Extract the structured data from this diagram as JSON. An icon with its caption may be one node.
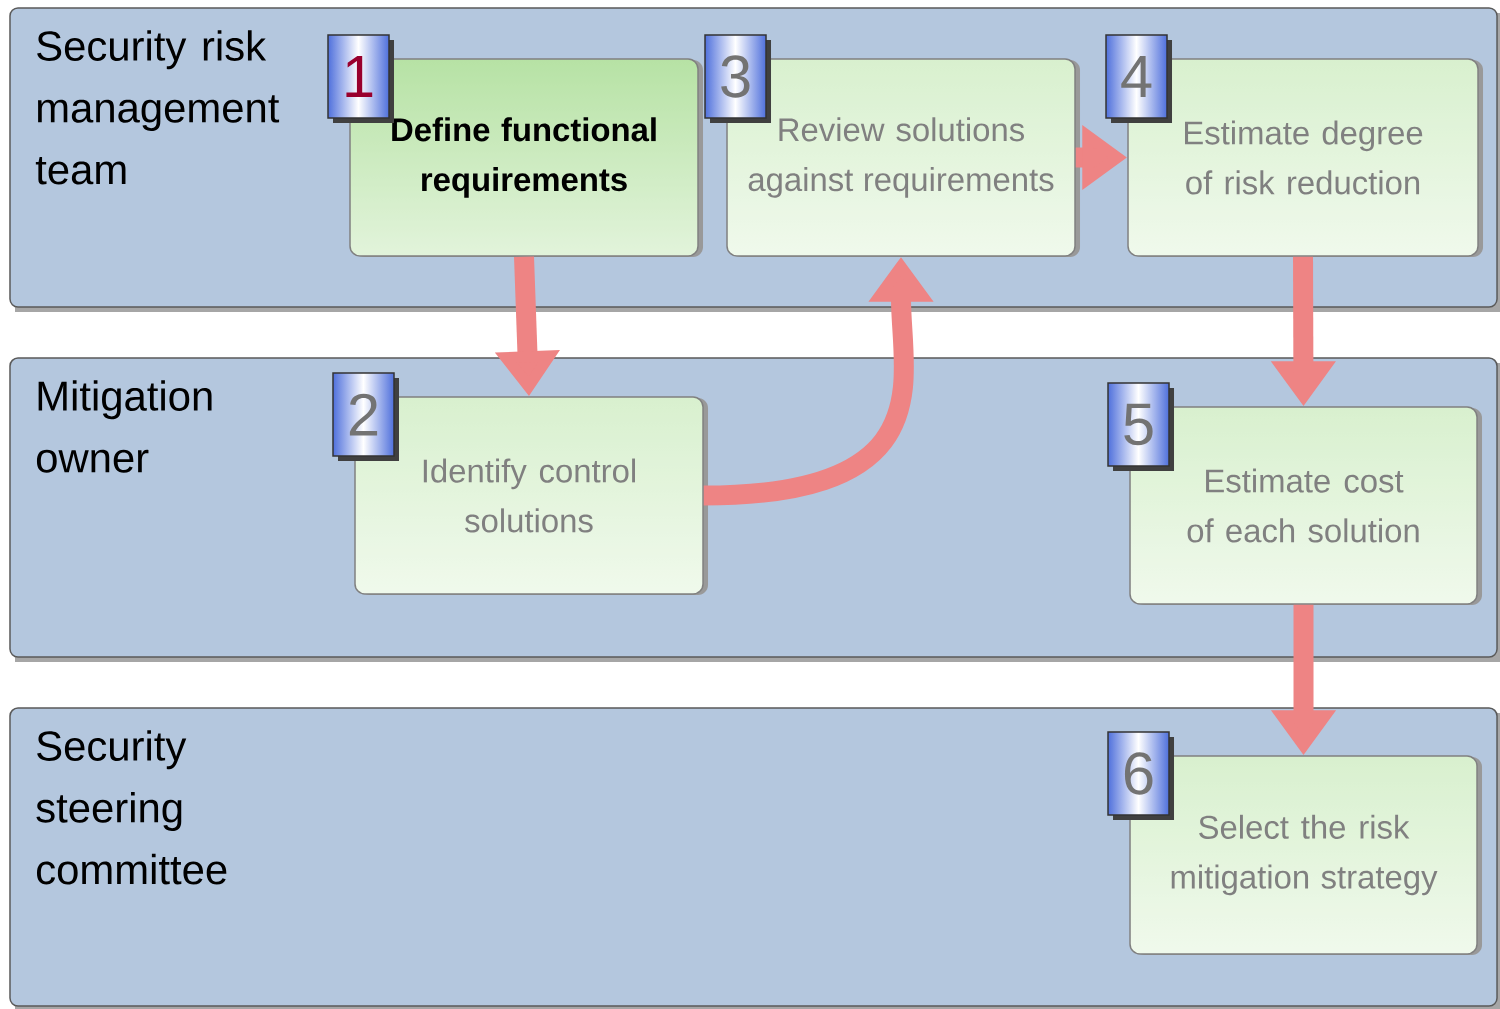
{
  "diagram": {
    "nodes": [
      {
        "text": [
          "Security risk management team"
        ]
      },
      {
        "text": [
          "1",
          "Define functional requirements"
        ],
        "in": 0
      },
      {
        "text": [
          "3",
          "Review solutions against requirements"
        ],
        "in": 0
      },
      {
        "text": [
          "4",
          "Estimate degree of risk reduction"
        ],
        "in": 0
      },
      {
        "text": [
          "Mitigation owner"
        ]
      },
      {
        "text": [
          "2",
          "Identify control solutions"
        ],
        "in": 4
      },
      {
        "text": [
          "5",
          "Estimate cost of each solution"
        ],
        "in": 4
      },
      {
        "text": [
          "Security steering committee"
        ]
      },
      {
        "text": [
          "6",
          "Select the risk mitigation strategy"
        ],
        "in": 7
      }
    ],
    "edges": [
      {
        "from": 1,
        "to": 5,
        "arrow": "to"
      },
      {
        "from": 5,
        "to": 2,
        "arrow": "to"
      },
      {
        "from": 2,
        "to": 3,
        "arrow": "to"
      },
      {
        "from": 3,
        "to": 6,
        "arrow": "to"
      },
      {
        "from": 6,
        "to": 8,
        "arrow": "to"
      }
    ]
  }
}
